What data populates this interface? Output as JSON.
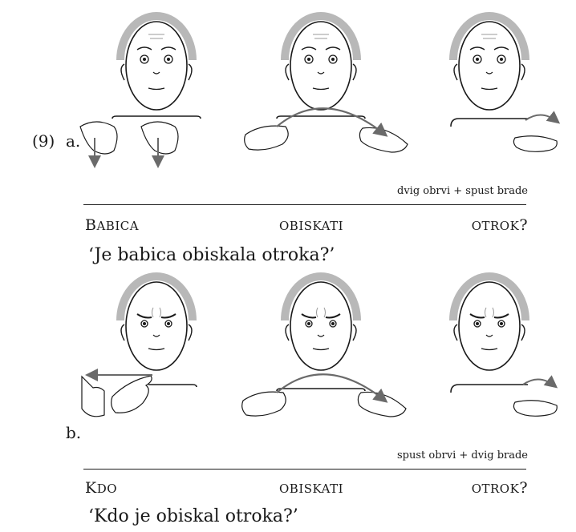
{
  "example_number": "(9)",
  "examples": [
    {
      "letter": "a.",
      "nonmanual": "dvig obrvi + spust brade",
      "glosses": [
        {
          "first": "B",
          "rest": "ABICA",
          "suffix": ""
        },
        {
          "first": "",
          "rest": "OBISKATI",
          "suffix": ""
        },
        {
          "first": "",
          "rest": "OTROK",
          "suffix": "?"
        }
      ],
      "translation": "‘Je babica obiskala otroka?’",
      "brow": "raised"
    },
    {
      "letter": "b.",
      "nonmanual": "spust obrvi + dvig brade",
      "glosses": [
        {
          "first": "K",
          "rest": "DO",
          "suffix": ""
        },
        {
          "first": "",
          "rest": "OBISKATI",
          "suffix": ""
        },
        {
          "first": "",
          "rest": "OTROK",
          "suffix": "?"
        }
      ],
      "translation": "‘Kdo je obiskal otroka?’",
      "brow": "furrowed"
    }
  ],
  "colors": {
    "ink": "#1a1a1a",
    "hair": "#b8b8b8",
    "arrow": "#6a6a6a"
  }
}
